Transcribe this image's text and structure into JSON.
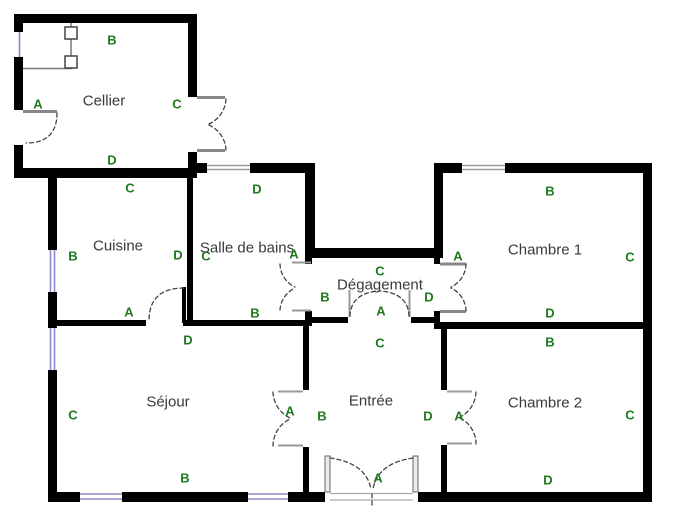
{
  "plan": {
    "rooms": {
      "cellier": {
        "name": "Cellier",
        "walls": {
          "left": "A",
          "top": "B",
          "right": "C",
          "bottom": "D"
        }
      },
      "cuisine": {
        "name": "Cuisine",
        "walls": {
          "left": "B",
          "top": "C",
          "right": "D",
          "bottom": "A"
        }
      },
      "salle_de_bains": {
        "name": "Salle de bains",
        "walls": {
          "left": "C",
          "top": "D",
          "right": "A",
          "bottom": "B"
        }
      },
      "degagement": {
        "name": "Dégagement",
        "walls": {
          "left": "B",
          "top": "C",
          "right": "D",
          "bottom": "A"
        }
      },
      "sejour": {
        "name": "Séjour",
        "walls": {
          "left": "C",
          "top": "D",
          "right": "A",
          "bottom": "B"
        }
      },
      "entree": {
        "name": "Entrée",
        "walls": {
          "left": "B",
          "top": "C",
          "right": "D",
          "bottom": "A"
        }
      },
      "chambre1": {
        "name": "Chambre 1",
        "walls": {
          "left": "A",
          "top": "B",
          "right": "C",
          "bottom": "D"
        }
      },
      "chambre2": {
        "name": "Chambre 2",
        "walls": {
          "left": "A",
          "top": "B",
          "right": "C",
          "bottom": "D"
        }
      }
    },
    "colors": {
      "wall": "#000000",
      "wall_label": "#1f7a1f",
      "room_name": "#3a3a3a",
      "window_blue": "#8c8cc8",
      "window_gray": "#9a9a9a",
      "door_swing": "#444444",
      "background": "#ffffff"
    }
  }
}
